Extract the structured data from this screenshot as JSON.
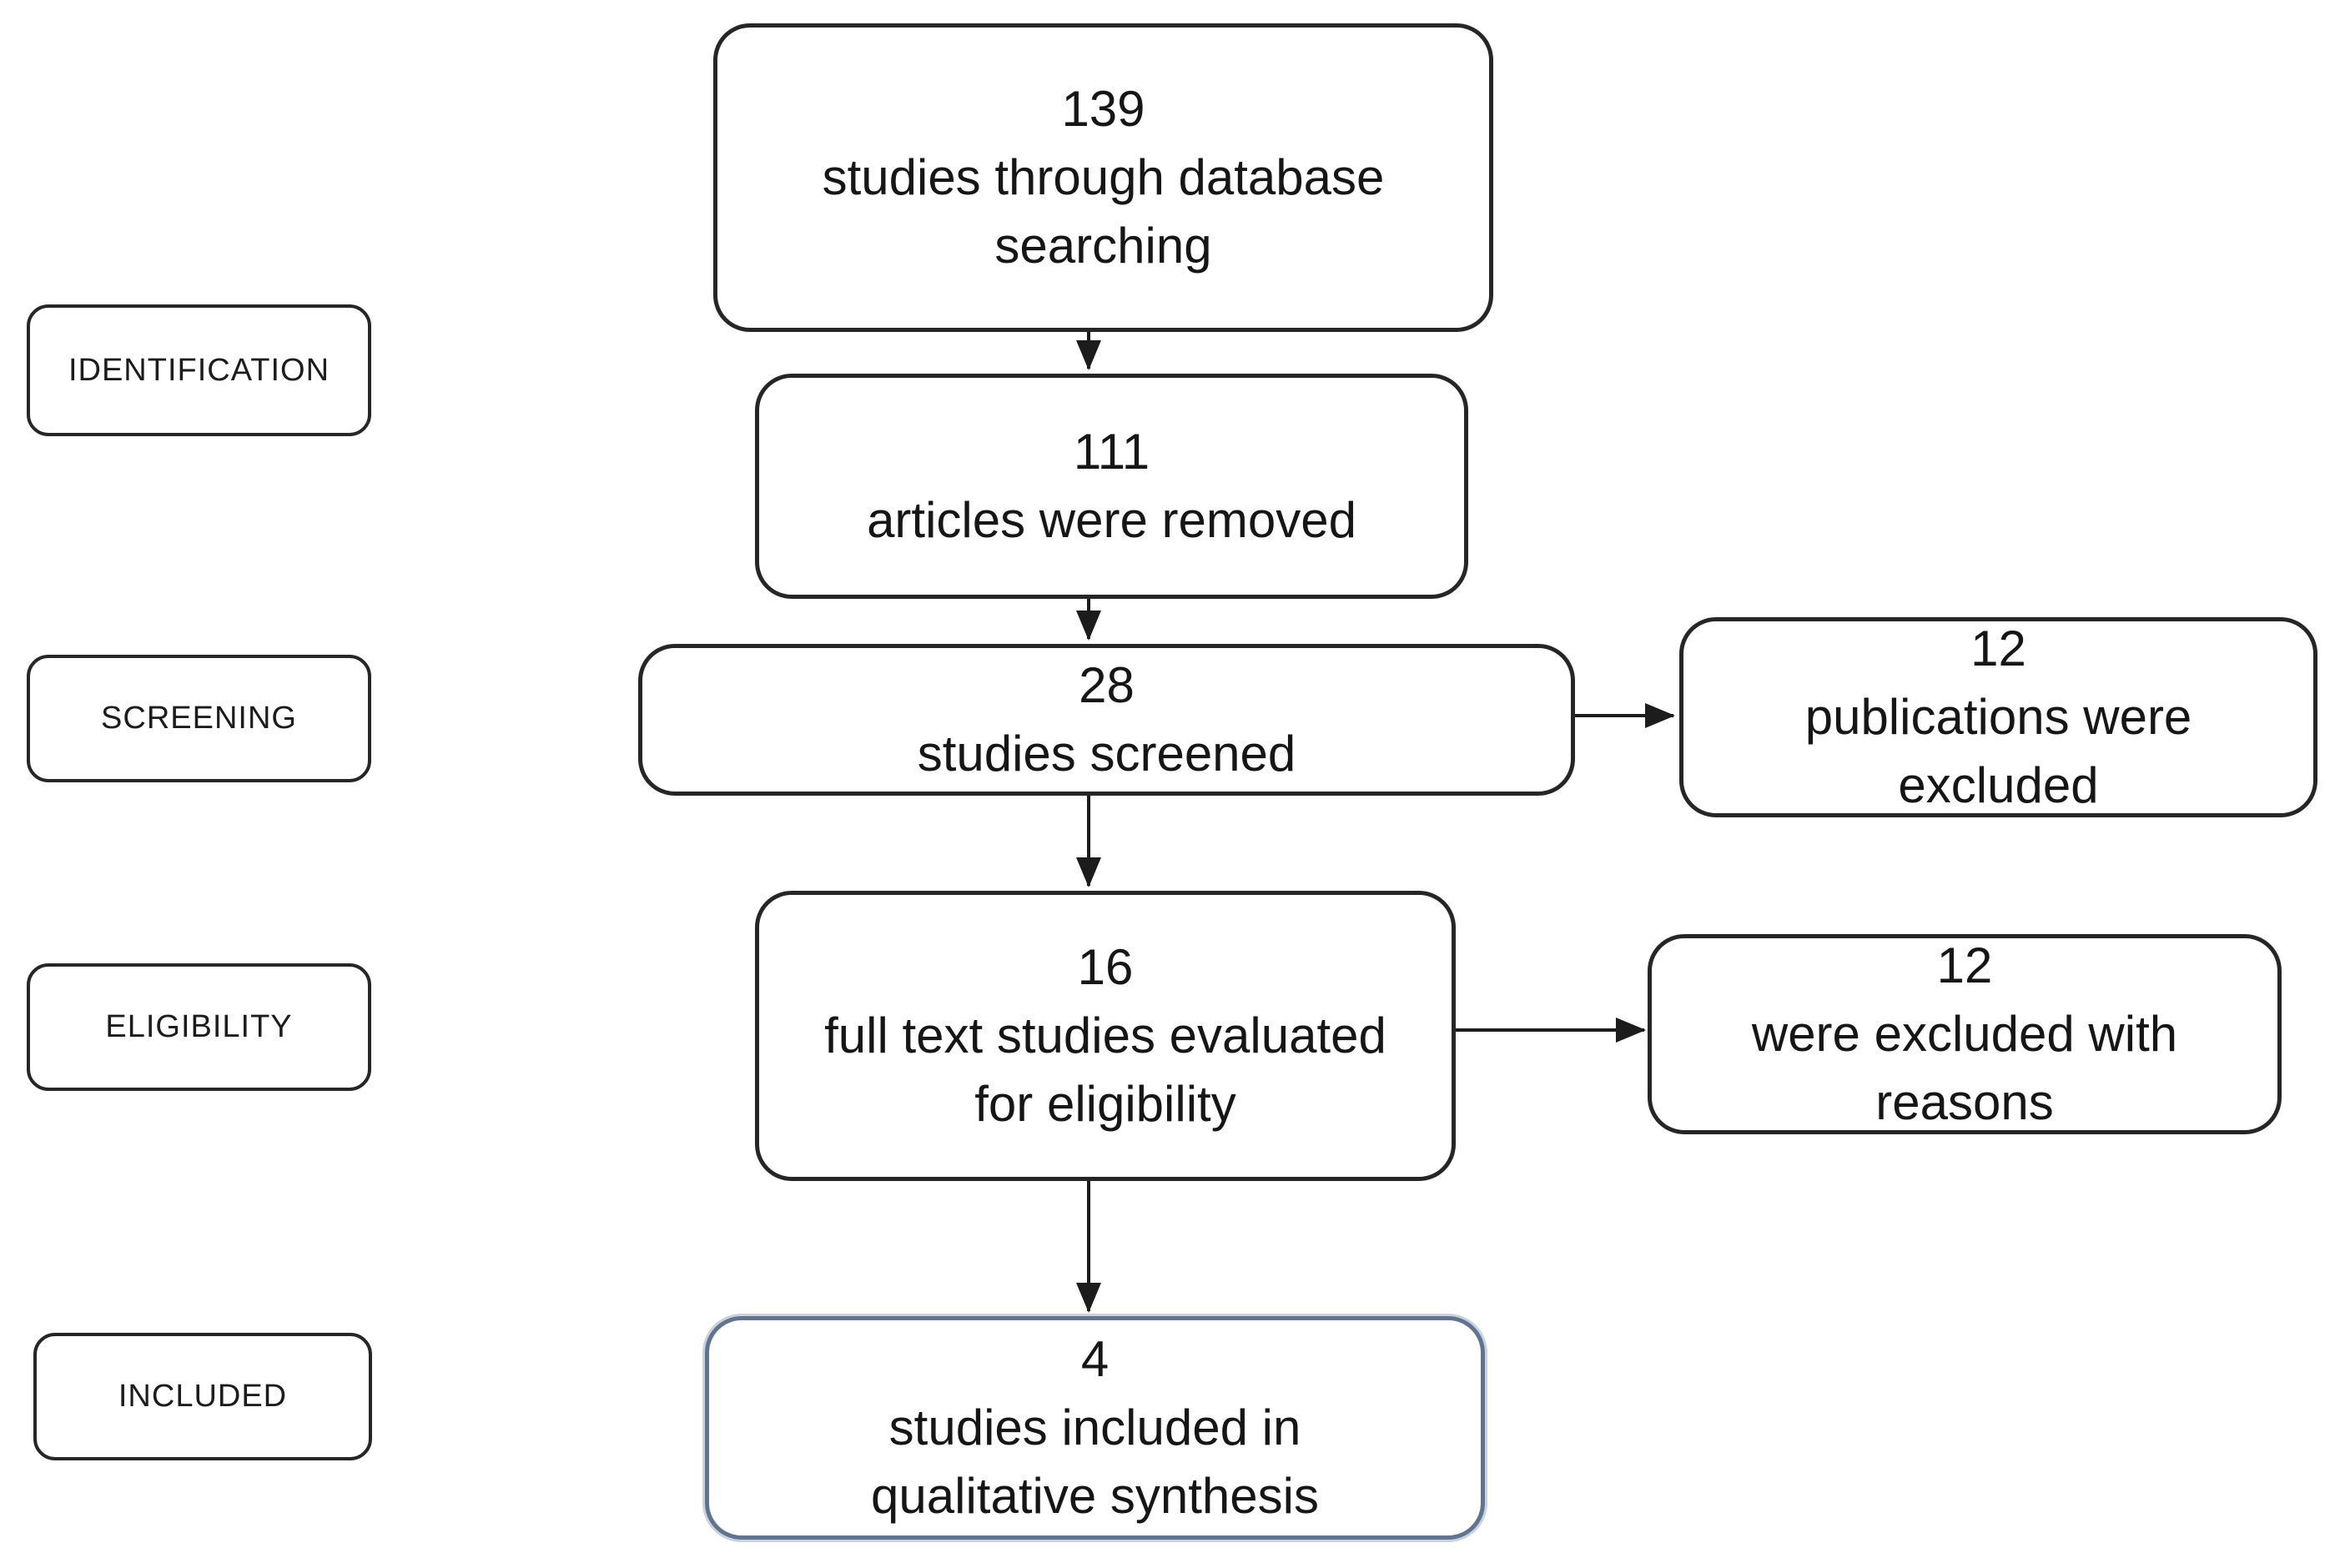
{
  "diagram": {
    "type": "prisma-flow",
    "colors": {
      "background": "#ffffff",
      "box_border": "#262626",
      "included_box_border": "#5e7490",
      "text": "#1c1c1c"
    },
    "stages": [
      {
        "label": "IDENTIFICATION"
      },
      {
        "label": "SCREENING"
      },
      {
        "label": "ELIGIBILITY"
      },
      {
        "label": "INCLUDED"
      }
    ],
    "nodes": [
      {
        "count": "139",
        "label": "studies through database searching"
      },
      {
        "count": "111",
        "label": "articles were removed"
      },
      {
        "count": "28",
        "label": "studies screened"
      },
      {
        "count": "12",
        "label": "publications were excluded"
      },
      {
        "count": "16",
        "label": "full text studies evaluated for eligibility"
      },
      {
        "count": "12",
        "label": "were excluded with reasons"
      },
      {
        "count": "4",
        "label": "studies included in qualitative synthesis"
      }
    ]
  }
}
